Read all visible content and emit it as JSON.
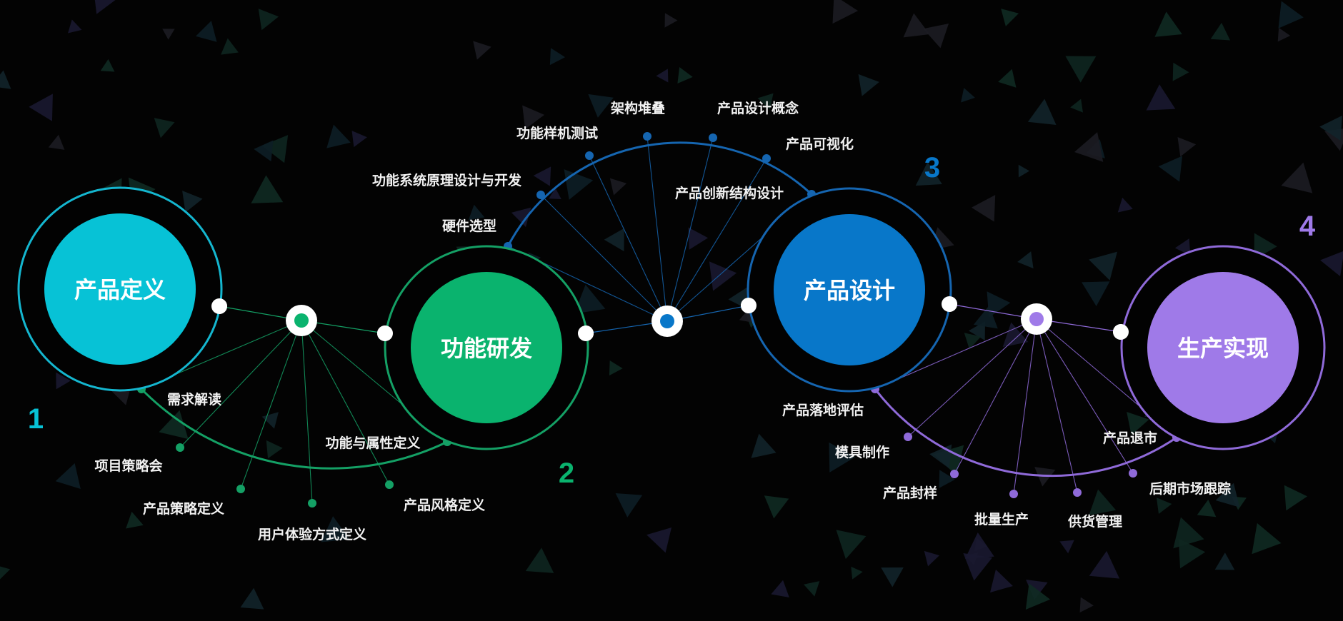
{
  "colors": {
    "background": "#030303",
    "stage1": "#07c2d6",
    "stage1_ring": "#14b6cf",
    "stage2": "#0ab36e",
    "stage2_ring": "#14a065",
    "stage3": "#0877c9",
    "stage3_ring": "#1565b0",
    "stage4": "#9f7ae8",
    "stage4_ring": "#8f6ad9",
    "connector_white": "#ffffff"
  },
  "stages": [
    {
      "id": "1",
      "number": "1",
      "title": "产品定义",
      "color_key": "stage1",
      "steps": [
        "需求解读",
        "项目策略会",
        "产品策略定义",
        "用户体验方式定义",
        "产品风格定义",
        "功能与属性定义"
      ]
    },
    {
      "id": "2",
      "number": "2",
      "title": "功能研发",
      "color_key": "stage2",
      "steps": [
        "硬件选型",
        "功能系统原理设计与开发",
        "功能样机测试",
        "架构堆叠",
        "产品设计概念",
        "产品可视化",
        "产品创新结构设计"
      ]
    },
    {
      "id": "3",
      "number": "3",
      "title": "产品设计",
      "color_key": "stage3",
      "steps": [
        "产品落地评估",
        "模具制作",
        "产品封样",
        "批量生产",
        "供货管理",
        "后期市场跟踪",
        "产品退市"
      ]
    },
    {
      "id": "4",
      "number": "4",
      "title": "生产实现",
      "color_key": "stage4",
      "steps": []
    }
  ]
}
